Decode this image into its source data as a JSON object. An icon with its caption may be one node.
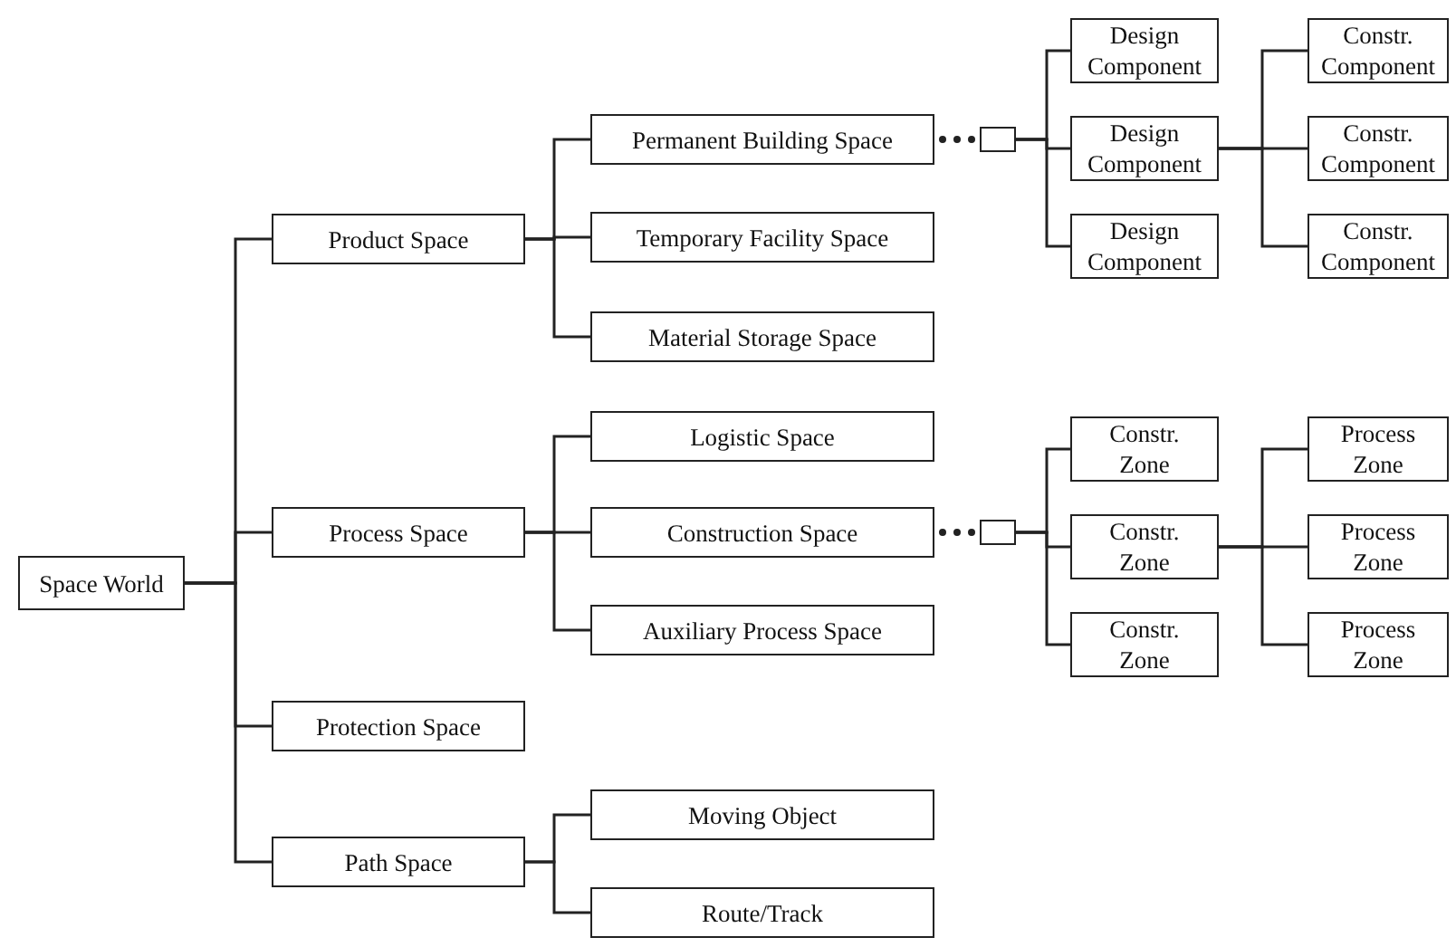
{
  "diagram": {
    "nodes": [
      {
        "text": [
          "Space World"
        ]
      },
      {
        "text": [
          "Product Space"
        ]
      },
      {
        "text": [
          "Process Space"
        ]
      },
      {
        "text": [
          "Protection Space"
        ]
      },
      {
        "text": [
          "Path Space"
        ]
      },
      {
        "text": [
          "Permanent Building Space"
        ]
      },
      {
        "text": [
          "Temporary Facility Space"
        ]
      },
      {
        "text": [
          "Material Storage Space"
        ]
      },
      {
        "text": [
          "Logistic Space"
        ]
      },
      {
        "text": [
          "Construction Space"
        ]
      },
      {
        "text": [
          "Auxiliary Process Space"
        ]
      },
      {
        "text": [
          "Moving Object"
        ]
      },
      {
        "text": [
          "Route/Track"
        ]
      },
      {
        "text": [],
        "shape": "box"
      },
      {
        "text": [
          "Design Component"
        ]
      },
      {
        "text": [
          "Design Component"
        ]
      },
      {
        "text": [
          "Design Component"
        ]
      },
      {
        "text": [
          "Constr. Component"
        ]
      },
      {
        "text": [
          "Constr. Component"
        ]
      },
      {
        "text": [
          "Constr. Component"
        ]
      },
      {
        "text": [],
        "shape": "box"
      },
      {
        "text": [
          "Constr. Zone"
        ]
      },
      {
        "text": [
          "Constr. Zone"
        ]
      },
      {
        "text": [
          "Constr. Zone"
        ]
      },
      {
        "text": [
          "Process Zone"
        ]
      },
      {
        "text": [
          "Process Zone"
        ]
      },
      {
        "text": [
          "Process Zone"
        ]
      }
    ],
    "edges": [
      {
        "from": 0,
        "to": 1,
        "arrow": "none"
      },
      {
        "from": 0,
        "to": 2,
        "arrow": "none"
      },
      {
        "from": 0,
        "to": 3,
        "arrow": "none"
      },
      {
        "from": 0,
        "to": 4,
        "arrow": "none"
      },
      {
        "from": 1,
        "to": 5,
        "arrow": "none"
      },
      {
        "from": 1,
        "to": 6,
        "arrow": "none"
      },
      {
        "from": 1,
        "to": 7,
        "arrow": "none"
      },
      {
        "from": 2,
        "to": 8,
        "arrow": "none"
      },
      {
        "from": 2,
        "to": 9,
        "arrow": "none"
      },
      {
        "from": 2,
        "to": 10,
        "arrow": "none"
      },
      {
        "from": 4,
        "to": 11,
        "arrow": "none"
      },
      {
        "from": 4,
        "to": 12,
        "arrow": "none"
      },
      {
        "from": 5,
        "to": 13,
        "arrow": "none",
        "style": "dashed"
      },
      {
        "from": 13,
        "to": 14,
        "arrow": "none"
      },
      {
        "from": 13,
        "to": 15,
        "arrow": "none"
      },
      {
        "from": 13,
        "to": 16,
        "arrow": "none"
      },
      {
        "from": 15,
        "to": 17,
        "arrow": "none"
      },
      {
        "from": 15,
        "to": 18,
        "arrow": "none"
      },
      {
        "from": 15,
        "to": 19,
        "arrow": "none"
      },
      {
        "from": 9,
        "to": 20,
        "arrow": "none",
        "style": "dashed"
      },
      {
        "from": 20,
        "to": 21,
        "arrow": "none"
      },
      {
        "from": 20,
        "to": 22,
        "arrow": "none"
      },
      {
        "from": 20,
        "to": 23,
        "arrow": "none"
      },
      {
        "from": 22,
        "to": 24,
        "arrow": "none"
      },
      {
        "from": 22,
        "to": 25,
        "arrow": "none"
      },
      {
        "from": 22,
        "to": 26,
        "arrow": "none"
      }
    ]
  }
}
